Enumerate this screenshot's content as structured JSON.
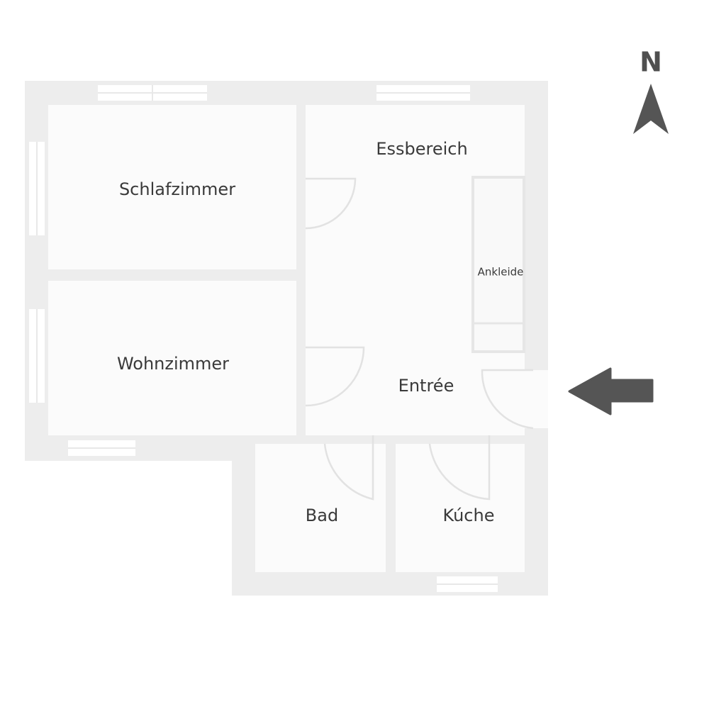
{
  "plan": {
    "rooms": [
      {
        "id": "schlafzimmer",
        "label": "Schlafzimmer"
      },
      {
        "id": "essbereich",
        "label": "Essbereich"
      },
      {
        "id": "ankleide",
        "label": "Ankleide"
      },
      {
        "id": "wohnzimmer",
        "label": "Wohnzimmer"
      },
      {
        "id": "entree",
        "label": "Entrée"
      },
      {
        "id": "bad",
        "label": "Bad"
      },
      {
        "id": "kueche",
        "label": "Kúche"
      }
    ]
  },
  "compass": {
    "letter": "N"
  },
  "entrance_marker": "arrow-left-icon",
  "colors": {
    "wall": "#ededed",
    "floor": "#fbfbfb",
    "door_arc": "#e2e2e2",
    "window": "#ffffff",
    "label": "#3a3a3a",
    "marker": "#555555"
  }
}
